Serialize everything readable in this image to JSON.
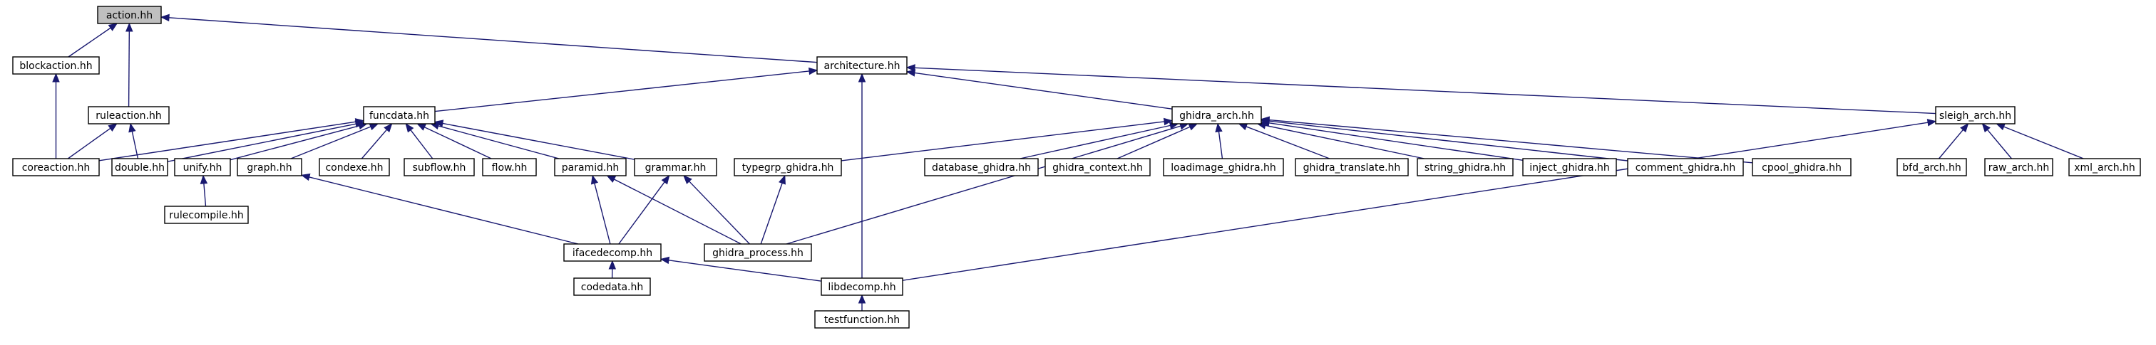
{
  "colors": {
    "edge": "#191970",
    "node_fill": "#ffffff",
    "root_fill": "#bfbfbf",
    "border": "#000000"
  },
  "nodes": [
    {
      "id": "action",
      "label": "action.hh"
    },
    {
      "id": "blockaction",
      "label": "blockaction.hh"
    },
    {
      "id": "architecture",
      "label": "architecture.hh"
    },
    {
      "id": "ruleaction",
      "label": "ruleaction.hh"
    },
    {
      "id": "funcdata",
      "label": "funcdata.hh"
    },
    {
      "id": "ghidra_arch",
      "label": "ghidra_arch.hh"
    },
    {
      "id": "sleigh_arch",
      "label": "sleigh_arch.hh"
    },
    {
      "id": "coreaction",
      "label": "coreaction.hh"
    },
    {
      "id": "double",
      "label": "double.hh"
    },
    {
      "id": "unify",
      "label": "unify.hh"
    },
    {
      "id": "graph",
      "label": "graph.hh"
    },
    {
      "id": "condexe",
      "label": "condexe.hh"
    },
    {
      "id": "subflow",
      "label": "subflow.hh"
    },
    {
      "id": "flow",
      "label": "flow.hh"
    },
    {
      "id": "paramid",
      "label": "paramid.hh"
    },
    {
      "id": "grammar",
      "label": "grammar.hh"
    },
    {
      "id": "typegrp_ghidra",
      "label": "typegrp_ghidra.hh"
    },
    {
      "id": "database_ghidra",
      "label": "database_ghidra.hh"
    },
    {
      "id": "ghidra_context",
      "label": "ghidra_context.hh"
    },
    {
      "id": "loadimage_ghidra",
      "label": "loadimage_ghidra.hh"
    },
    {
      "id": "ghidra_translate",
      "label": "ghidra_translate.hh"
    },
    {
      "id": "string_ghidra",
      "label": "string_ghidra.hh"
    },
    {
      "id": "inject_ghidra",
      "label": "inject_ghidra.hh"
    },
    {
      "id": "comment_ghidra",
      "label": "comment_ghidra.hh"
    },
    {
      "id": "cpool_ghidra",
      "label": "cpool_ghidra.hh"
    },
    {
      "id": "bfd_arch",
      "label": "bfd_arch.hh"
    },
    {
      "id": "raw_arch",
      "label": "raw_arch.hh"
    },
    {
      "id": "xml_arch",
      "label": "xml_arch.hh"
    },
    {
      "id": "rulecompile",
      "label": "rulecompile.hh"
    },
    {
      "id": "ifacedecomp",
      "label": "ifacedecomp.hh"
    },
    {
      "id": "ghidra_process",
      "label": "ghidra_process.hh"
    },
    {
      "id": "codedata",
      "label": "codedata.hh"
    },
    {
      "id": "libdecomp",
      "label": "libdecomp.hh"
    },
    {
      "id": "testfunction",
      "label": "testfunction.hh"
    }
  ],
  "edges": [
    {
      "from": "blockaction",
      "to": "action"
    },
    {
      "from": "ruleaction",
      "to": "action"
    },
    {
      "from": "architecture",
      "to": "action"
    },
    {
      "from": "coreaction",
      "to": "blockaction"
    },
    {
      "from": "coreaction",
      "to": "ruleaction"
    },
    {
      "from": "double",
      "to": "ruleaction"
    },
    {
      "from": "funcdata",
      "to": "architecture"
    },
    {
      "from": "ghidra_arch",
      "to": "architecture"
    },
    {
      "from": "sleigh_arch",
      "to": "architecture"
    },
    {
      "from": "libdecomp",
      "to": "architecture"
    },
    {
      "from": "coreaction",
      "to": "funcdata"
    },
    {
      "from": "double",
      "to": "funcdata"
    },
    {
      "from": "unify",
      "to": "funcdata"
    },
    {
      "from": "graph",
      "to": "funcdata"
    },
    {
      "from": "condexe",
      "to": "funcdata"
    },
    {
      "from": "subflow",
      "to": "funcdata"
    },
    {
      "from": "flow",
      "to": "funcdata"
    },
    {
      "from": "paramid",
      "to": "funcdata"
    },
    {
      "from": "grammar",
      "to": "funcdata"
    },
    {
      "from": "typegrp_ghidra",
      "to": "ghidra_arch"
    },
    {
      "from": "ghidra_process",
      "to": "ghidra_arch"
    },
    {
      "from": "database_ghidra",
      "to": "ghidra_arch"
    },
    {
      "from": "ghidra_context",
      "to": "ghidra_arch"
    },
    {
      "from": "loadimage_ghidra",
      "to": "ghidra_arch"
    },
    {
      "from": "ghidra_translate",
      "to": "ghidra_arch"
    },
    {
      "from": "string_ghidra",
      "to": "ghidra_arch"
    },
    {
      "from": "inject_ghidra",
      "to": "ghidra_arch"
    },
    {
      "from": "comment_ghidra",
      "to": "ghidra_arch"
    },
    {
      "from": "cpool_ghidra",
      "to": "ghidra_arch"
    },
    {
      "from": "bfd_arch",
      "to": "sleigh_arch"
    },
    {
      "from": "raw_arch",
      "to": "sleigh_arch"
    },
    {
      "from": "xml_arch",
      "to": "sleigh_arch"
    },
    {
      "from": "libdecomp",
      "to": "sleigh_arch"
    },
    {
      "from": "rulecompile",
      "to": "unify"
    },
    {
      "from": "ifacedecomp",
      "to": "graph"
    },
    {
      "from": "ifacedecomp",
      "to": "paramid"
    },
    {
      "from": "ghidra_process",
      "to": "paramid"
    },
    {
      "from": "ifacedecomp",
      "to": "grammar"
    },
    {
      "from": "ghidra_process",
      "to": "grammar"
    },
    {
      "from": "ghidra_process",
      "to": "typegrp_ghidra"
    },
    {
      "from": "codedata",
      "to": "ifacedecomp"
    },
    {
      "from": "libdecomp",
      "to": "ifacedecomp"
    },
    {
      "from": "testfunction",
      "to": "libdecomp"
    }
  ]
}
